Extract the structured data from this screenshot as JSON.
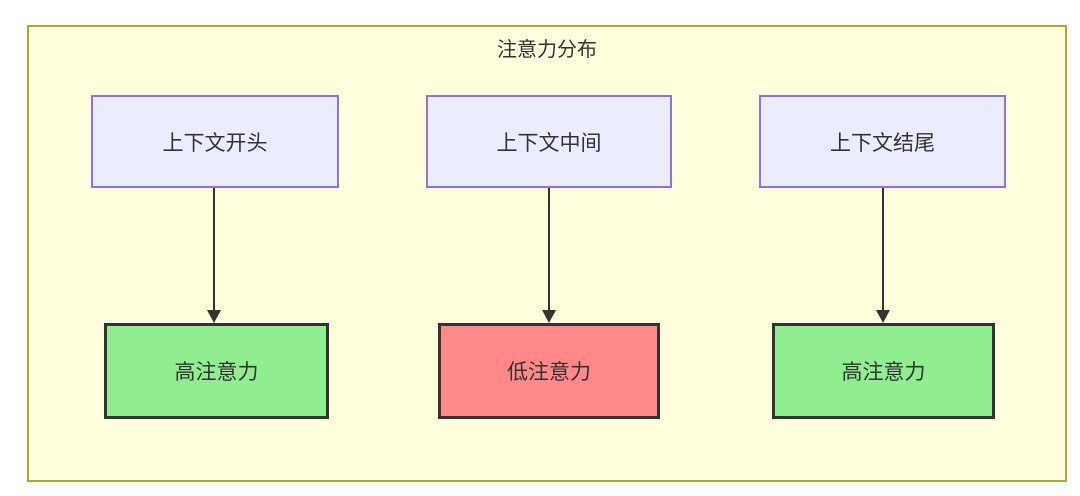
{
  "diagram": {
    "title": "注意力分布",
    "columns": [
      {
        "source": "上下文开头",
        "target": "高注意力",
        "attention_level": "high"
      },
      {
        "source": "上下文中间",
        "target": "低注意力",
        "attention_level": "low"
      },
      {
        "source": "上下文结尾",
        "target": "高注意力",
        "attention_level": "high"
      }
    ],
    "colors": {
      "container_background": "#ffffde",
      "container_border": "#aaaa33",
      "source_node_background": "#ececff",
      "source_node_border": "#9370db",
      "high_attention_background": "#90ee90",
      "low_attention_background": "#ff8888",
      "target_node_border": "#333333",
      "arrow": "#333333",
      "text": "#333333"
    }
  }
}
